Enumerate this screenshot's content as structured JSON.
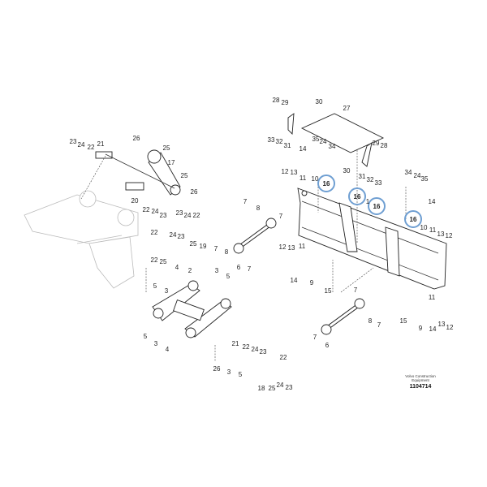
{
  "diagram": {
    "brand_line1": "Volvo Construction",
    "brand_line2": "Equipment",
    "drawing_number": "1104714",
    "highlight_color": "#6f9fd2",
    "labels": [
      "28",
      "29",
      "30",
      "27",
      "33",
      "32",
      "31",
      "35",
      "24",
      "34",
      "29",
      "28",
      "14",
      "12",
      "13",
      "11",
      "10",
      "30",
      "31",
      "32",
      "33",
      "16",
      "16",
      "16",
      "16",
      "1",
      "34",
      "24",
      "35",
      "14",
      "10",
      "11",
      "13",
      "12",
      "23",
      "24",
      "22",
      "21",
      "26",
      "25",
      "17",
      "25",
      "26",
      "20",
      "22",
      "24",
      "23",
      "23",
      "24",
      "22",
      "25",
      "19",
      "7",
      "8",
      "22",
      "24",
      "23",
      "22",
      "25",
      "5",
      "3",
      "4",
      "2",
      "3",
      "5",
      "5",
      "3",
      "4",
      "21",
      "22",
      "24",
      "23",
      "26",
      "3",
      "5",
      "18",
      "25",
      "24",
      "23",
      "22",
      "7",
      "8",
      "7",
      "6",
      "7",
      "12",
      "13",
      "11",
      "14",
      "9",
      "15",
      "7",
      "8",
      "7",
      "15",
      "9",
      "14",
      "11",
      "13",
      "12",
      "7",
      "6"
    ],
    "highlighted_label_indices": [
      21,
      22,
      23,
      24
    ]
  }
}
